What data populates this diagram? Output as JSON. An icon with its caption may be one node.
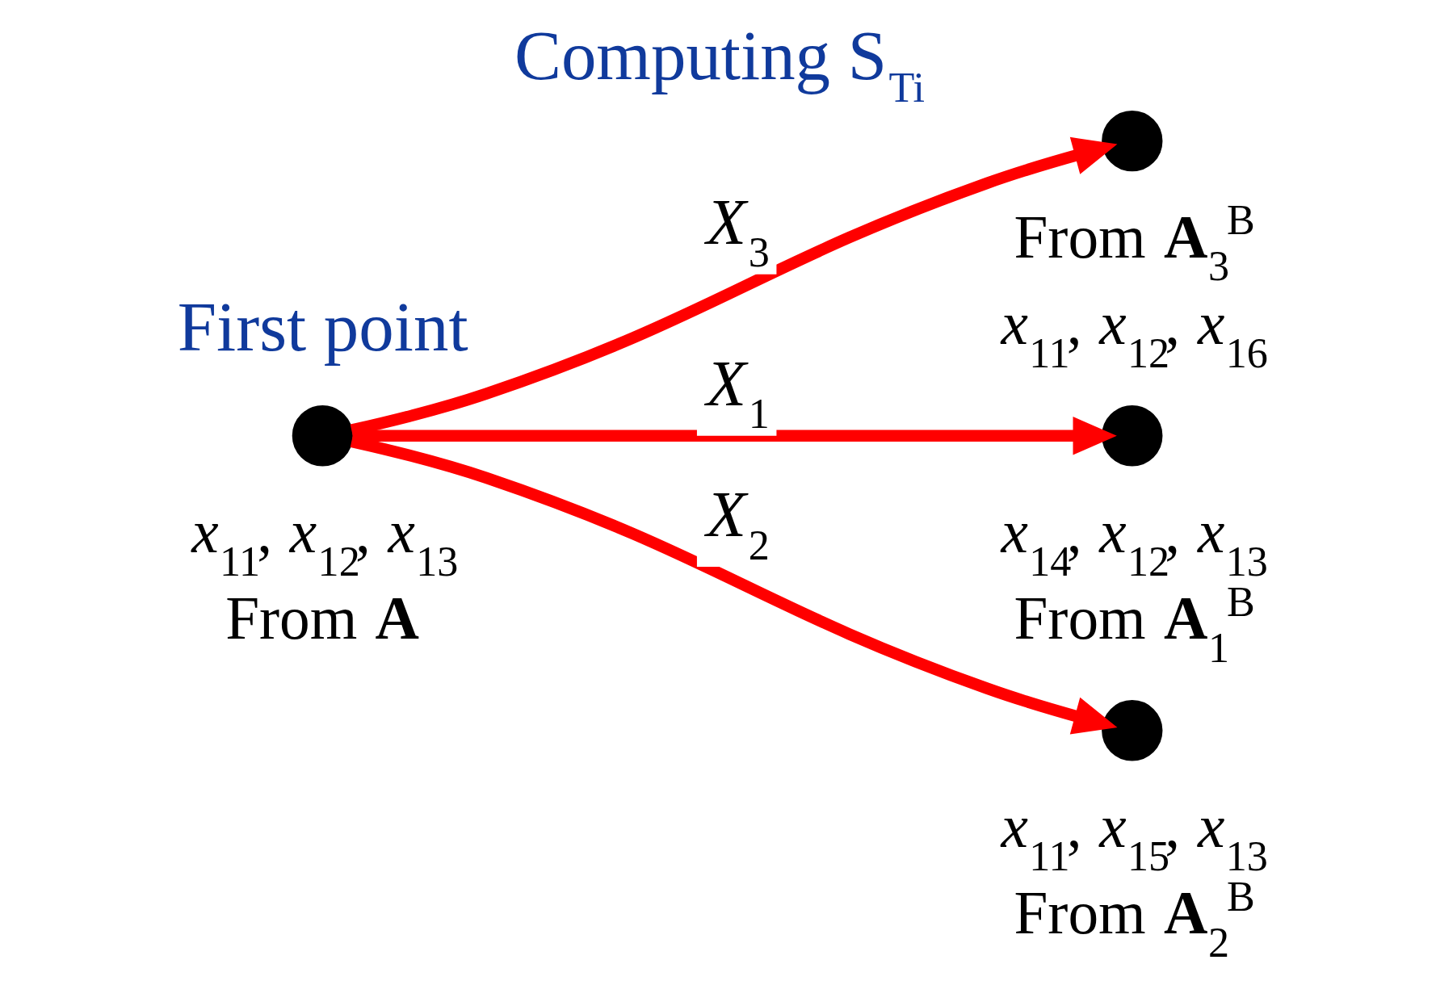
{
  "diagram": {
    "title": "Computing S$_{Ti}$",
    "nodes": [
      {
        "text": [],
        "shape": "circle",
        "beside": [
          "From **A**$_{3}$$^{B}$",
          "*x*$_{11}$, *x*$_{12}$, *x*$_{16}$"
        ]
      },
      {
        "text": [],
        "shape": "circle",
        "beside": [
          "*x*$_{11}$, *x*$_{12}$, *x*$_{13}$",
          "From **A**"
        ]
      },
      {
        "text": [],
        "shape": "circle",
        "beside": [
          "*x*$_{14}$, *x*$_{12}$, *x*$_{13}$",
          "From **A**$_{1}$$^{B}$"
        ]
      },
      {
        "text": [],
        "shape": "circle",
        "beside": [
          "*x*$_{11}$, *x*$_{15}$, *x*$_{13}$",
          "From **A**$_{2}$$^{B}$"
        ]
      }
    ],
    "edges": [
      {
        "from": 1,
        "to": 0,
        "arrow": "to",
        "label": "*X*$_{3}$"
      },
      {
        "from": 1,
        "to": 2,
        "arrow": "to",
        "label": "*X*$_{1}$"
      },
      {
        "from": 1,
        "to": 3,
        "arrow": "to",
        "label": "*X*$_{2}$"
      }
    ],
    "labels": [
      "First point"
    ]
  }
}
